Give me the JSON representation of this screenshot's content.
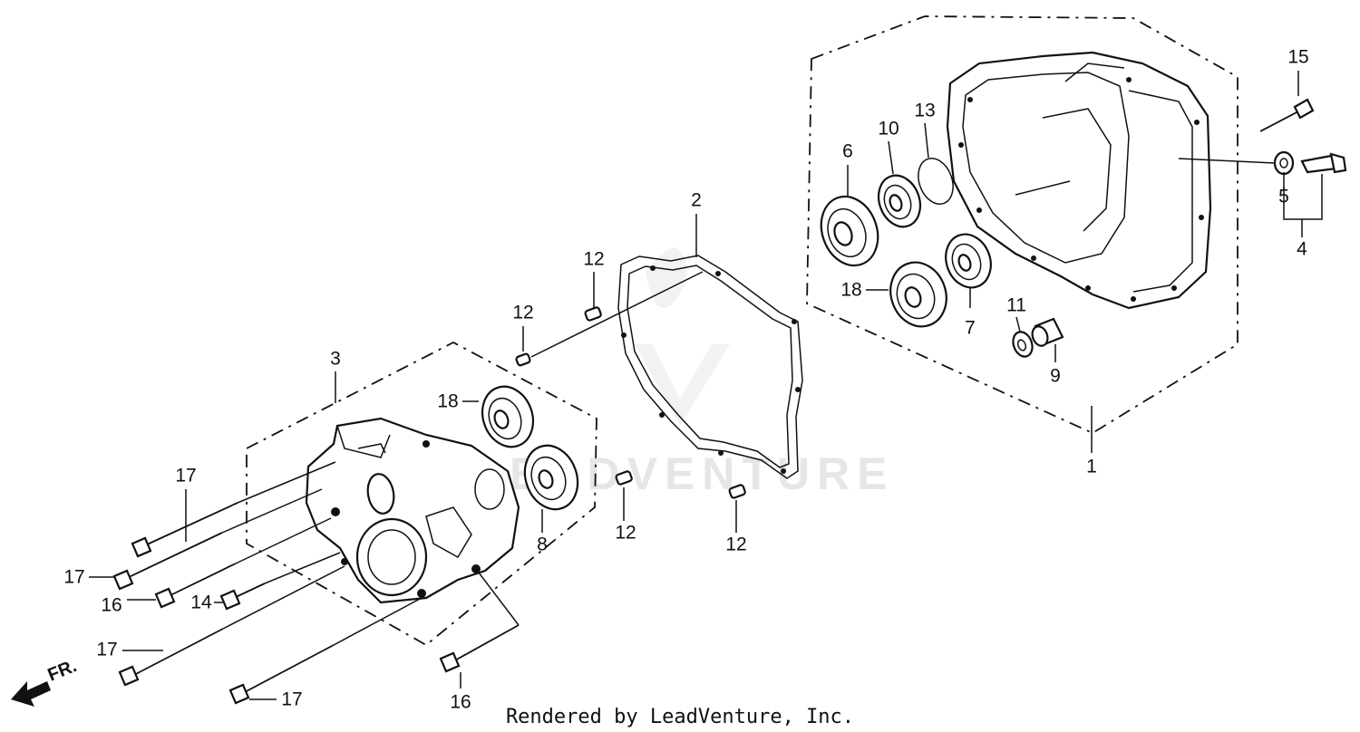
{
  "watermark": "LEADVENTURE",
  "credit": "Rendered by LeadVenture, Inc.",
  "direction_label": "FR.",
  "callouts": {
    "c1": "1",
    "c2": "2",
    "c3": "3",
    "c4": "4",
    "c5": "5",
    "c6": "6",
    "c7": "7",
    "c8": "8",
    "c9": "9",
    "c10": "10",
    "c11": "11",
    "c12a": "12",
    "c12b": "12",
    "c12c": "12",
    "c12d": "12",
    "c13": "13",
    "c14": "14",
    "c15": "15",
    "c16a": "16",
    "c16b": "16",
    "c17a": "17",
    "c17b": "17",
    "c17c": "17",
    "c17d": "17",
    "c18a": "18",
    "c18b": "18"
  }
}
